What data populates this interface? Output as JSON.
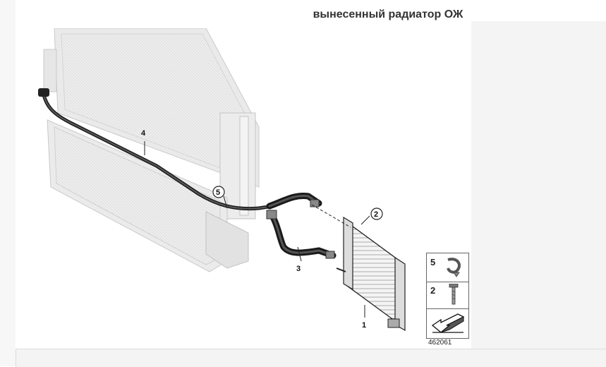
{
  "page": {
    "title": "вынесенный радиатор ОЖ"
  },
  "callouts": [
    {
      "id": "1",
      "label": "1"
    },
    {
      "id": "2",
      "label": "2"
    },
    {
      "id": "3",
      "label": "3"
    },
    {
      "id": "4",
      "label": "4"
    },
    {
      "id": "5",
      "label": "5"
    }
  ],
  "legend": [
    {
      "num": "5",
      "icon": "hose-clamp-icon"
    },
    {
      "num": "2",
      "icon": "screw-icon"
    },
    {
      "num": "",
      "icon": "arrow-direction-icon"
    }
  ],
  "diagram_id": "462061"
}
